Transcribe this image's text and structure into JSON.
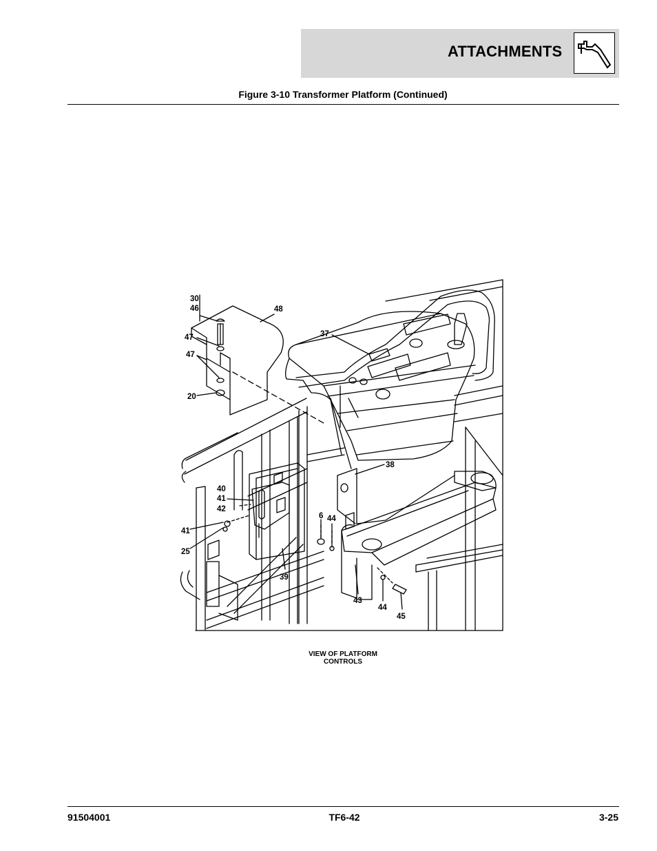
{
  "header": {
    "section_title": "ATTACHMENTS",
    "section_icon": "crane-hook-icon"
  },
  "figure": {
    "title": "Figure 3-10 Transformer Platform (Continued)",
    "caption_lines": [
      "VIEW OF PLATFORM",
      "CONTROLS"
    ],
    "callouts": [
      "30",
      "46",
      "48",
      "47",
      "47",
      "20",
      "37",
      "38",
      "40",
      "41",
      "42",
      "41",
      "25",
      "6",
      "44",
      "39",
      "43",
      "44",
      "45"
    ]
  },
  "footer": {
    "left": "91504001",
    "center": "TF6-42",
    "right": "3-25"
  }
}
